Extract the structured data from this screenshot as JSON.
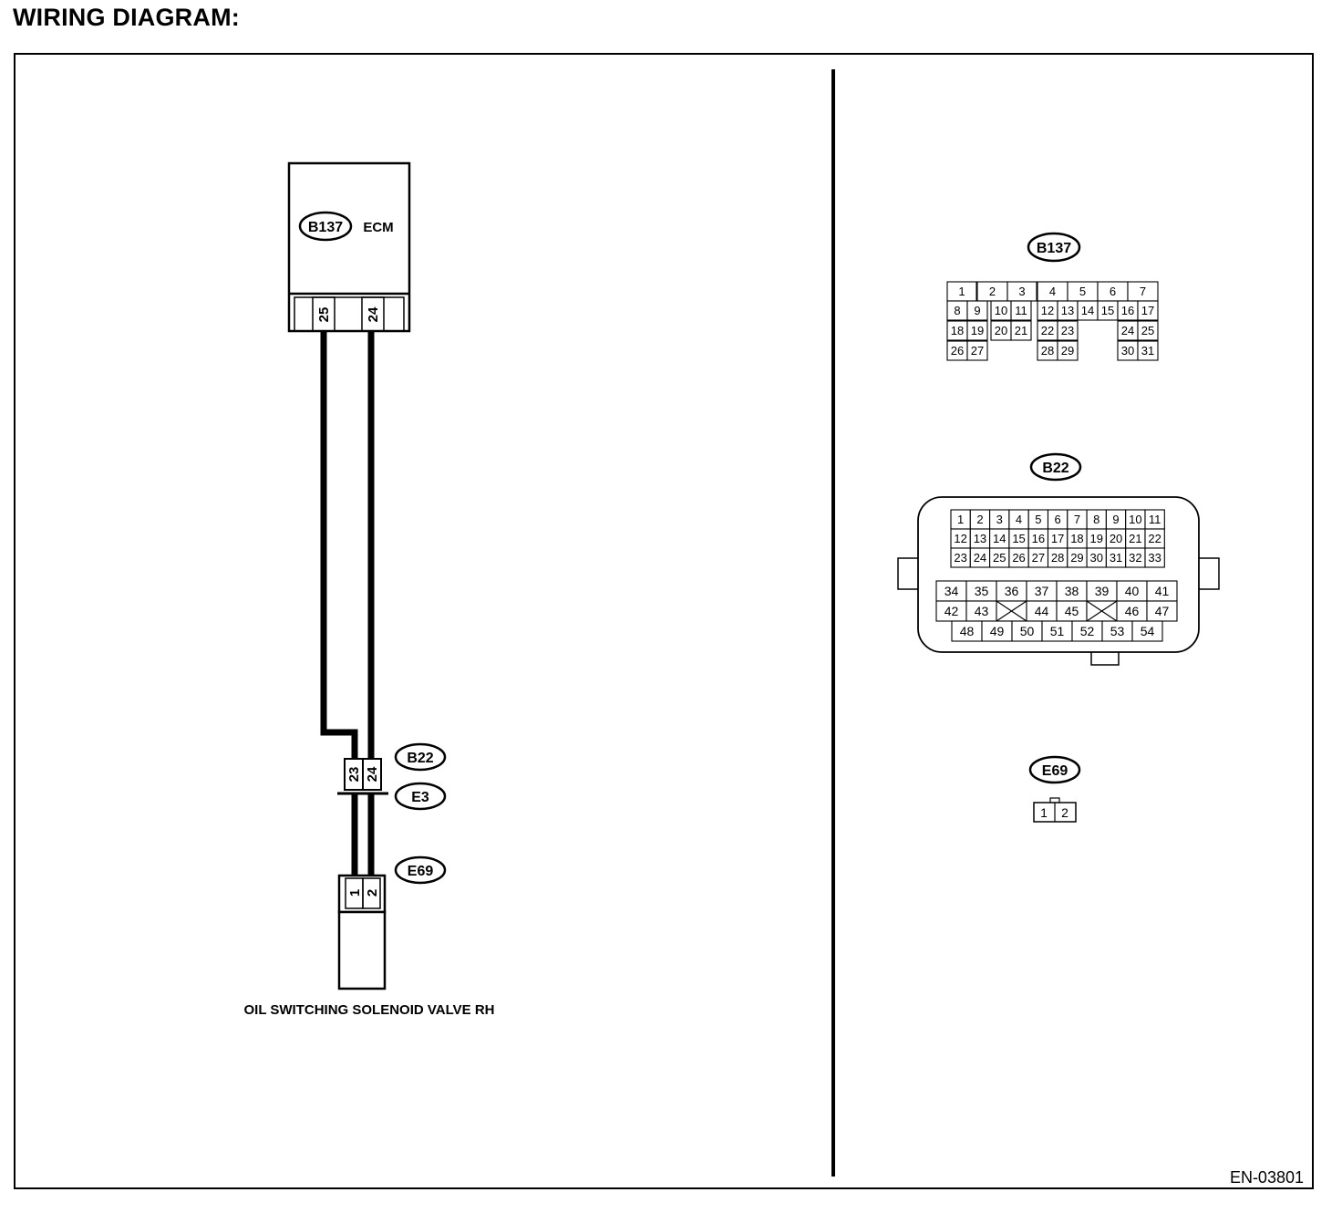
{
  "heading": "WIRING DIAGRAM:",
  "figure_id": "EN-03801",
  "ecm": {
    "connector": "B137",
    "name": "ECM",
    "terminals": [
      "25",
      "24"
    ]
  },
  "joint": {
    "upper": "B22",
    "lower": "E3",
    "terminals": [
      "23",
      "24"
    ]
  },
  "valve": {
    "connector": "E69",
    "terminals": [
      "1",
      "2"
    ],
    "name": "OIL SWITCHING SOLENOID VALVE RH"
  },
  "faces": {
    "b137": {
      "label": "B137",
      "rows": [
        [
          "1",
          "2",
          "3",
          "4",
          "5",
          "6",
          "7"
        ],
        [
          "8",
          "9",
          "10",
          "11",
          "12",
          "13",
          "14",
          "15",
          "16",
          "17"
        ],
        [
          "18",
          "19",
          "20",
          "21",
          "22",
          "23",
          "24",
          "25"
        ],
        [
          "26",
          "27",
          "28",
          "29",
          "30",
          "31"
        ]
      ]
    },
    "b22": {
      "label": "B22",
      "upper_rows": [
        [
          "1",
          "2",
          "3",
          "4",
          "5",
          "6",
          "7",
          "8",
          "9",
          "10",
          "11"
        ],
        [
          "12",
          "13",
          "14",
          "15",
          "16",
          "17",
          "18",
          "19",
          "20",
          "21",
          "22"
        ],
        [
          "23",
          "24",
          "25",
          "26",
          "27",
          "28",
          "29",
          "30",
          "31",
          "32",
          "33"
        ]
      ],
      "lower_rows": [
        [
          "34",
          "35",
          "36",
          "37",
          "38",
          "39",
          "40",
          "41"
        ],
        [
          "42",
          "43",
          "",
          "44",
          "45",
          "",
          "46",
          "47"
        ],
        [
          "48",
          "49",
          "50",
          "51",
          "52",
          "53",
          "54"
        ]
      ]
    },
    "e69": {
      "label": "E69",
      "pins": [
        "1",
        "2"
      ]
    }
  }
}
